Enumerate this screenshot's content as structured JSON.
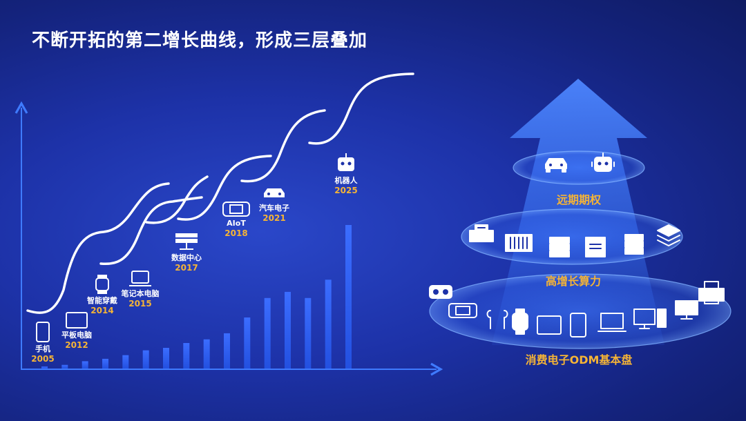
{
  "title": "不断开拓的第二增长曲线，形成三层叠加",
  "colors": {
    "background": "#1d32a8",
    "accent_year": "#f5b436",
    "curve": "#ffffff",
    "bars": "#2f62ff",
    "axis": "#3f7bff"
  },
  "milestones": [
    {
      "label": "手机",
      "year": "2005",
      "icon": "phone-icon"
    },
    {
      "label": "平板电脑",
      "year": "2012",
      "icon": "tablet-icon"
    },
    {
      "label": "智能穿戴",
      "year": "2014",
      "icon": "watch-icon"
    },
    {
      "label": "笔记本电脑",
      "year": "2015",
      "icon": "laptop-icon"
    },
    {
      "label": "数据中心",
      "year": "2017",
      "icon": "server-icon"
    },
    {
      "label": "AIoT",
      "year": "2018",
      "icon": "game-console-icon"
    },
    {
      "label": "汽车电子",
      "year": "2021",
      "icon": "car-icon"
    },
    {
      "label": "机器人",
      "year": "2025",
      "icon": "robot-icon"
    }
  ],
  "growth_bars": [
    1,
    3,
    6,
    8,
    11,
    15,
    17,
    21,
    24,
    29,
    42,
    58,
    63,
    58,
    73,
    118
  ],
  "layers": [
    {
      "label": "远期期权",
      "icons": [
        "car-icon",
        "robot-icon"
      ]
    },
    {
      "label": "高增长算力",
      "icons": [
        "switch-icon",
        "rack-server-icon",
        "server-tower-icon",
        "network-switch-icon",
        "storage-icon",
        "layers-icon"
      ]
    },
    {
      "label": "消费电子ODM基本盘",
      "icons": [
        "vr-headset-icon",
        "game-console-icon",
        "earbuds-icon",
        "watch-icon",
        "tablet-icon",
        "phone-icon",
        "laptop-icon",
        "desktop-pc-icon",
        "monitor-icon",
        "printer-icon"
      ]
    }
  ]
}
